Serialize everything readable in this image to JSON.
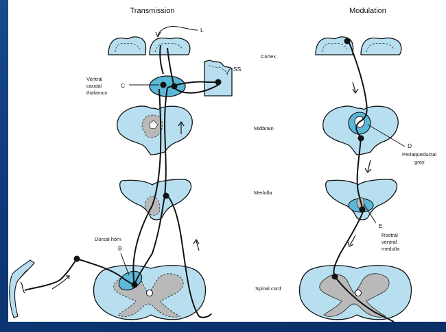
{
  "headers": {
    "transmission": "Transmission",
    "modulation": "Modulation"
  },
  "levels": {
    "cortex": "Cortex",
    "midbrain": "Midbrain",
    "medulla": "Medulla",
    "spinal_cord": "Spinal cord"
  },
  "transmission_labels": {
    "L": "L",
    "SS": "SS",
    "C": "C",
    "thalamus_line1": "Ventral",
    "thalamus_line2": "caudal",
    "thalamus_line3": "thalamus",
    "dorsal_horn": "Dorsal horn",
    "B": "B"
  },
  "modulation_labels": {
    "D": "D",
    "pag_line1": "Periaqueductаl",
    "pag_line2": "gray",
    "E": "E",
    "rvm_line1": "Rostral",
    "rvm_line2": "ventral",
    "rvm_line3": "medulla"
  },
  "colors": {
    "tissue": "#b7dff0",
    "nucleus": "#5cb8d8",
    "gray_matter": "#b9b9b9",
    "outline": "#111111",
    "background": "#0d3a7a"
  }
}
